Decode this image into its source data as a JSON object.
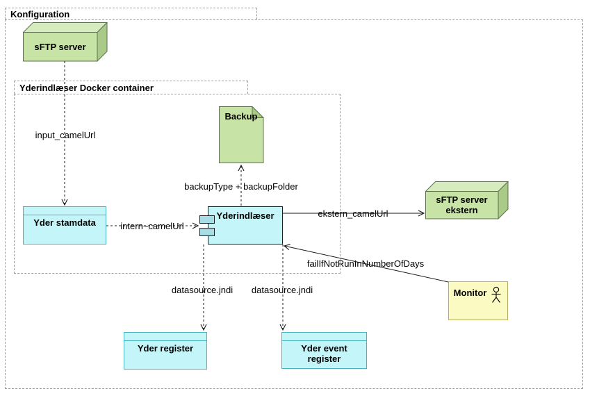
{
  "packages": {
    "konfiguration": {
      "label": "Konfiguration"
    },
    "docker_container": {
      "label": "Yderindlæser Docker container"
    }
  },
  "nodes": {
    "sftp_server": {
      "label": "sFTP server",
      "shape": "node-3d"
    },
    "backup": {
      "label": "Backup",
      "shape": "note"
    },
    "yder_stamdata": {
      "label": "Yder stamdata",
      "shape": "box"
    },
    "yderindlaeser": {
      "label": "Yderindlæser",
      "shape": "component"
    },
    "sftp_server_ekstern": {
      "label_line1": "sFTP server",
      "label_line2": "ekstern",
      "shape": "node-3d"
    },
    "monitor": {
      "label": "Monitor",
      "icon": "actor-icon",
      "shape": "box"
    },
    "yder_register": {
      "label": "Yder register",
      "shape": "box"
    },
    "yder_event_register": {
      "label_line1": "Yder event",
      "label_line2": "register",
      "shape": "box"
    }
  },
  "edges": {
    "input": {
      "label": "input_camelUrl",
      "style": "dashed"
    },
    "intern": {
      "label": "intern~camelUrl",
      "style": "dashed"
    },
    "backup": {
      "label": "backupType + backupFolder",
      "style": "dashed"
    },
    "ekstern": {
      "label": "ekstern_camelUrl",
      "style": "solid"
    },
    "fail": {
      "label": "failIfNotRunInNumberOfDays",
      "style": "solid"
    },
    "datasource_left": {
      "label": "datasource.jndi",
      "style": "dashed"
    },
    "datasource_right": {
      "label": "datasource.jndi",
      "style": "dashed"
    }
  },
  "colors": {
    "node_green_front": "#c8e3a6",
    "node_green_top": "#d6ecbe",
    "node_green_side": "#a9cb87",
    "node_green_border": "#5d7150",
    "box_cyan_fill": "#c4f6f9",
    "box_cyan_border": "#48b4c0",
    "component_border": "#1f1f1f",
    "component_tab_fill": "#a9dde6",
    "monitor_fill": "#fbfac3",
    "monitor_border": "#b6ae63",
    "package_border": "#9f9f9f",
    "connector": "#1a1a1a"
  }
}
